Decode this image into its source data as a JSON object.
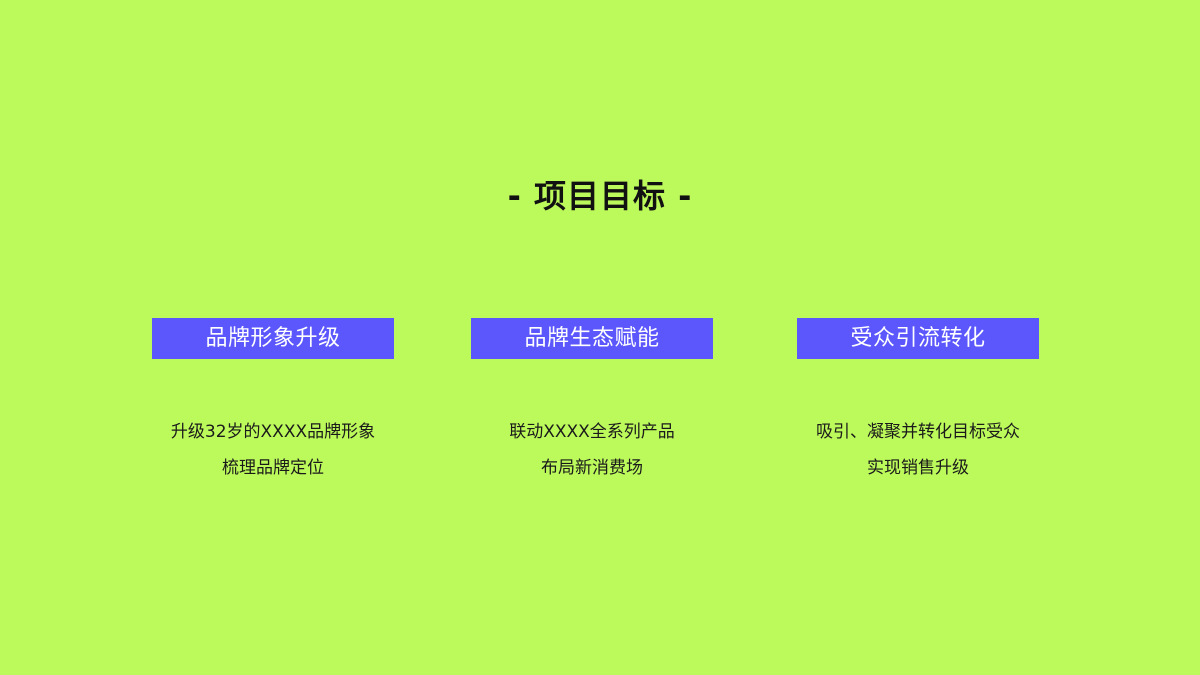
{
  "slide": {
    "title": "- 项目目标 -",
    "background_color": "#bcf95b",
    "accent_color": "#5b57fd",
    "goals": [
      {
        "label": "品牌形象升级",
        "lines": [
          "升级32岁的XXXX品牌形象",
          "梳理品牌定位"
        ]
      },
      {
        "label": "品牌生态赋能",
        "lines": [
          "联动XXXX全系列产品",
          "布局新消费场"
        ]
      },
      {
        "label": "受众引流转化",
        "lines": [
          "吸引、凝聚并转化目标受众",
          "实现销售升级"
        ]
      }
    ]
  }
}
